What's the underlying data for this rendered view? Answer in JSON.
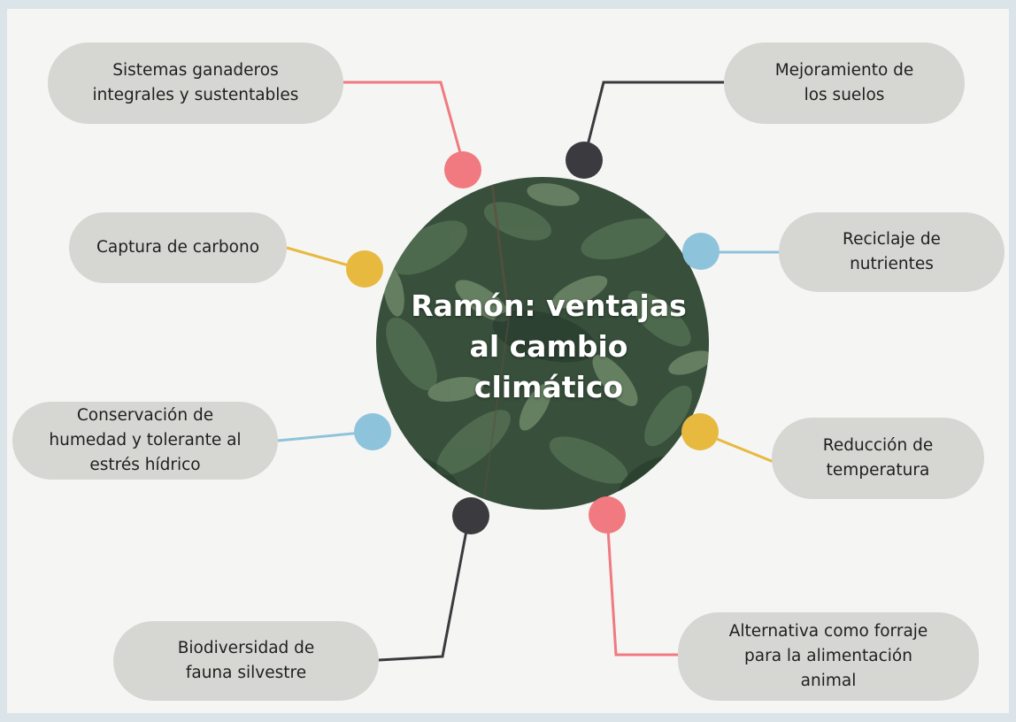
{
  "colors": {
    "background": "#f5f5f3",
    "frame": "#dbe4e9",
    "pill": "#d6d6d3",
    "pink": "#f07a80",
    "charcoal": "#3b3b3f",
    "sky": "#8ec4db",
    "gold": "#e7b93f"
  },
  "center": {
    "title": "Ramón: ventajas\nal cambio\nclimático",
    "image": "tree-foliage-photo"
  },
  "items": [
    {
      "label": "Sistemas ganaderos\nintegrales y sustentables",
      "color": "pink"
    },
    {
      "label": "Mejoramiento de\nlos suelos",
      "color": "charcoal"
    },
    {
      "label": "Captura de carbono",
      "color": "gold"
    },
    {
      "label": "Reciclaje de\nnutrientes",
      "color": "sky"
    },
    {
      "label": "Conservación de\nhumedad y tolerante al\nestrés hídrico",
      "color": "sky"
    },
    {
      "label": "Reducción de\ntemperatura",
      "color": "gold"
    },
    {
      "label": "Biodiversidad de\nfauna silvestre",
      "color": "charcoal"
    },
    {
      "label": "Alternativa como forraje\npara la alimentación\nanimal",
      "color": "pink"
    }
  ]
}
